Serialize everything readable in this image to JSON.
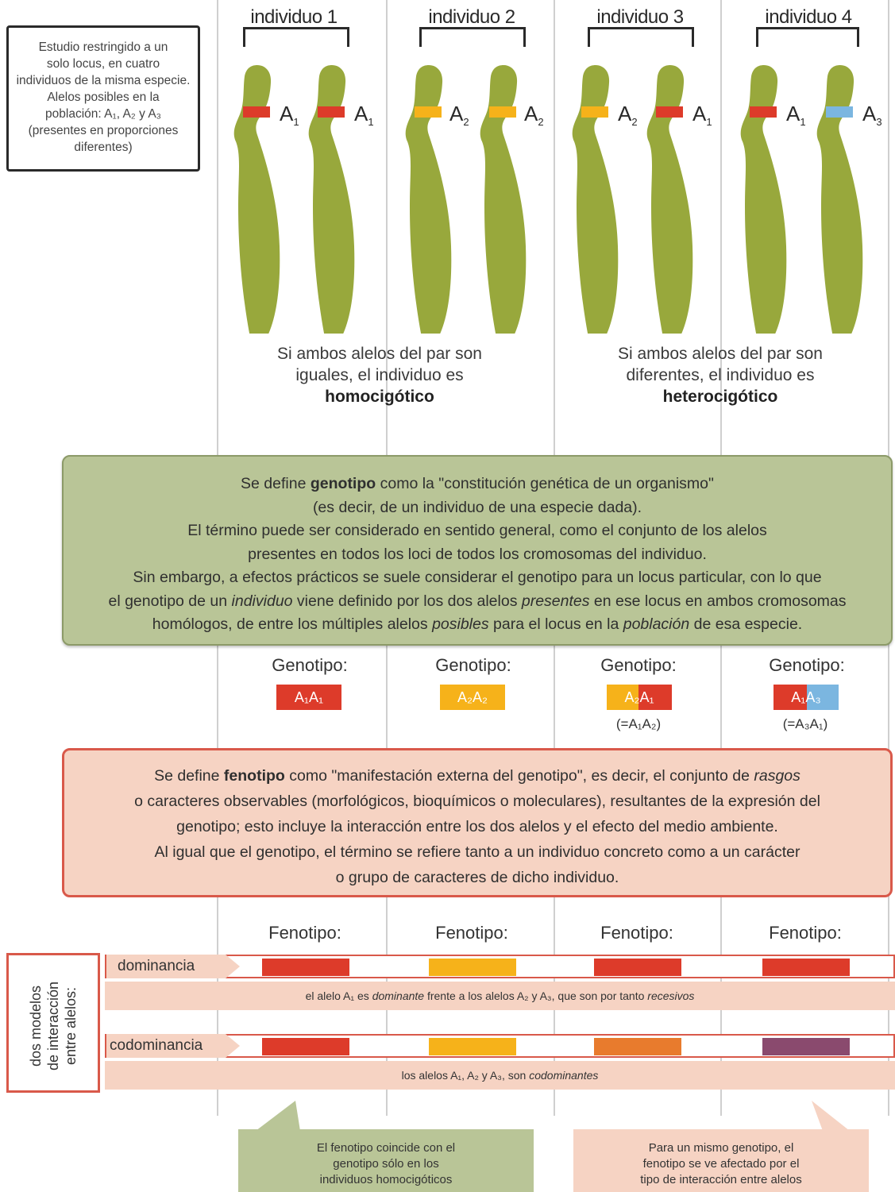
{
  "info_box": {
    "line1": "Estudio restringido a un",
    "line2": "solo locus, en cuatro",
    "line3": "individuos de la misma especie.",
    "line4": "Alelos posibles en la",
    "line5": "población: A₁, A₂ y A₃",
    "line6": "(presentes en proporciones",
    "line7": "diferentes)"
  },
  "individuals": [
    {
      "label": "individuo 1",
      "left_allele": "A",
      "left_sub": "1",
      "right_allele": "A",
      "right_sub": "1"
    },
    {
      "label": "individuo 2",
      "left_allele": "A",
      "left_sub": "2",
      "right_allele": "A",
      "right_sub": "2"
    },
    {
      "label": "individuo 3",
      "left_allele": "A",
      "left_sub": "2",
      "right_allele": "A",
      "right_sub": "1"
    },
    {
      "label": "individuo 4",
      "left_allele": "A",
      "left_sub": "1",
      "right_allele": "A",
      "right_sub": "3"
    }
  ],
  "colors": {
    "A1": "#dd3b2a",
    "A2": "#f6b21a",
    "A3": "#7bb6e0",
    "chromosome": "#98a83c",
    "codom_A1A2": "#e87b2d",
    "codom_A1A3": "#8a4a6e",
    "green_box": "#b9c597",
    "pink_box": "#f6d3c3",
    "red_border": "#d9594a"
  },
  "homozygous_caption": {
    "line1": "Si ambos alelos del par son",
    "line2": "iguales, el individuo es",
    "term": "homocigótico"
  },
  "heterozygous_caption": {
    "line1": "Si ambos alelos del par son",
    "line2": "diferentes, el individuo es",
    "term": "heterocigótico"
  },
  "genotype_box": {
    "l1_pre": "Se define ",
    "l1_bold": "genotipo",
    "l1_post": " como la \"constitución genética de un organismo\"",
    "l2": "(es decir, de un individuo de una especie dada).",
    "l3": "El término puede ser considerado en sentido general, como el conjunto de los alelos",
    "l4": "presentes en todos los loci de todos los cromosomas del individuo.",
    "l5": "Sin embargo, a efectos prácticos se suele considerar el genotipo para un locus particular, con lo que",
    "l6_a": "el genotipo de un ",
    "l6_i1": "individuo",
    "l6_b": " viene definido por los dos alelos ",
    "l6_i2": "presentes",
    "l6_c": " en ese locus en ambos cromosomas",
    "l7_a": "homólogos, de entre los múltiples alelos ",
    "l7_i1": "posibles",
    "l7_b": " para el locus en la ",
    "l7_i2": "población",
    "l7_c": " de esa especie."
  },
  "genotypes": [
    {
      "label": "Genotipo:",
      "chip": "A₁A₁",
      "eq": ""
    },
    {
      "label": "Genotipo:",
      "chip": "A₂A₂",
      "eq": ""
    },
    {
      "label": "Genotipo:",
      "chip": "A₂A₁",
      "eq": "(=A₁A₂)"
    },
    {
      "label": "Genotipo:",
      "chip": "A₁A₃",
      "eq": "(=A₃A₁)"
    }
  ],
  "phenotype_box": {
    "l1_pre": "Se define ",
    "l1_bold": "fenotipo",
    "l1_post": " como \"manifestación externa del genotipo\", es decir, el conjunto de ",
    "l1_i": "rasgos",
    "l2": "o caracteres observables  (morfológicos, bioquímicos o moleculares), resultantes de la expresión del",
    "l3": "genotipo; esto incluye la interacción entre los dos alelos y el efecto del medio ambiente.",
    "l4": "Al igual que el genotipo, el término se refiere tanto a un individuo concreto como a un carácter",
    "l5": "o grupo de caracteres de dicho individuo."
  },
  "phenotype_labels": [
    "Fenotipo:",
    "Fenotipo:",
    "Fenotipo:",
    "Fenotipo:"
  ],
  "side_label": {
    "l1": "dos modelos",
    "l2": "de interacción",
    "l3": "entre alelos:"
  },
  "dominance": {
    "label": "dominancia",
    "note_a": "el alelo A₁ es ",
    "note_i1": "dominante",
    "note_b": " frente a los alelos A₂ y A₃, que son por tanto ",
    "note_i2": "recesivos"
  },
  "codominance": {
    "label": "codominancia",
    "note_a": "los alelos A₁, A₂ y A₃, son ",
    "note_i": "codominantes"
  },
  "callout_left": {
    "l1": "El fenotipo coincide con el",
    "l2": "genotipo sólo en los",
    "l3": "individuos homocigóticos"
  },
  "callout_right": {
    "l1": "Para un mismo genotipo, el",
    "l2": "fenotipo se ve afectado por el",
    "l3": "tipo de interacción entre alelos"
  }
}
